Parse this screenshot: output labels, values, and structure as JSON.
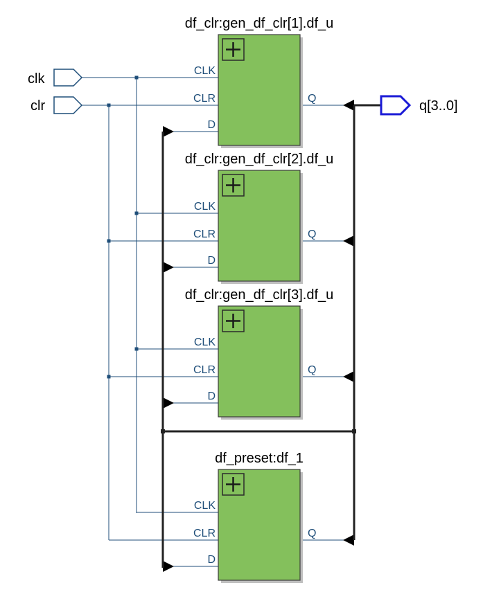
{
  "inputs": [
    {
      "name": "clk"
    },
    {
      "name": "clr"
    }
  ],
  "output": {
    "name": "q[3..0]"
  },
  "blocks": [
    {
      "title": "df_clr:gen_df_clr[1].df_u",
      "ports_in": [
        "CLK",
        "CLR",
        "D"
      ],
      "port_out": "Q"
    },
    {
      "title": "df_clr:gen_df_clr[2].df_u",
      "ports_in": [
        "CLK",
        "CLR",
        "D"
      ],
      "port_out": "Q"
    },
    {
      "title": "df_clr:gen_df_clr[3].df_u",
      "ports_in": [
        "CLK",
        "CLR",
        "D"
      ],
      "port_out": "Q"
    },
    {
      "title": "df_preset:df_1",
      "ports_in": [
        "CLK",
        "CLR",
        "D"
      ],
      "port_out": "Q"
    }
  ],
  "colors": {
    "block_fill": "#84c05c",
    "wire": "#1f4e79",
    "output_port": "#1a1ad6",
    "input_port": "#1f4e79",
    "bus": "#222222"
  },
  "icons": {
    "expand": "plus-square-icon"
  }
}
